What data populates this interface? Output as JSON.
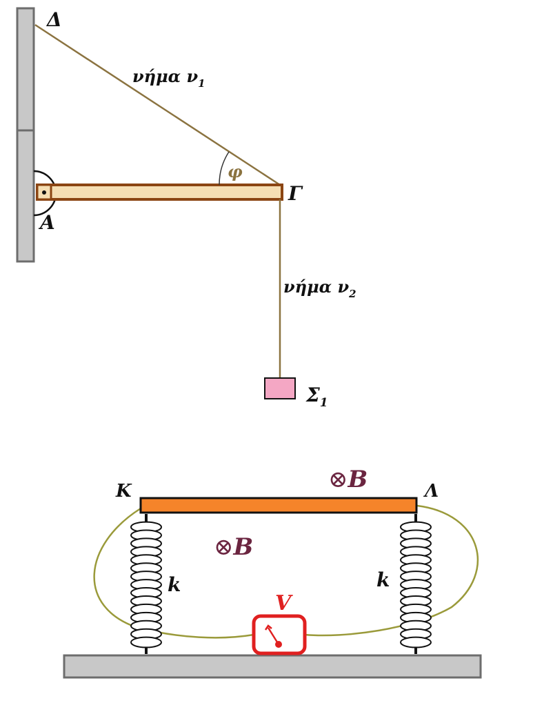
{
  "top_figure": {
    "point_delta": "Δ",
    "point_gamma": "Γ",
    "point_alpha": "Α",
    "angle_label": "φ",
    "string1_label": "νήμα ν",
    "string1_sub": "1",
    "string2_label": "νήμα ν",
    "string2_sub": "2",
    "mass_label": "Σ",
    "mass_sub": "1"
  },
  "bottom_figure": {
    "point_k": "Κ",
    "point_lambda": "Λ",
    "field_symbol": "⊗",
    "field_label": "B",
    "spring_left_label": "k",
    "spring_right_label": "k",
    "voltmeter_label": "V"
  },
  "colors": {
    "wall": "#c8c8c8",
    "rod_fill": "#f5deb3",
    "rod_border": "#8b4513",
    "string": "#8b7340",
    "mass": "#f4a7c4",
    "bar": "#f5842a",
    "wire": "#9a9a3a",
    "field": "#6b2540",
    "voltmeter": "#e02020"
  }
}
